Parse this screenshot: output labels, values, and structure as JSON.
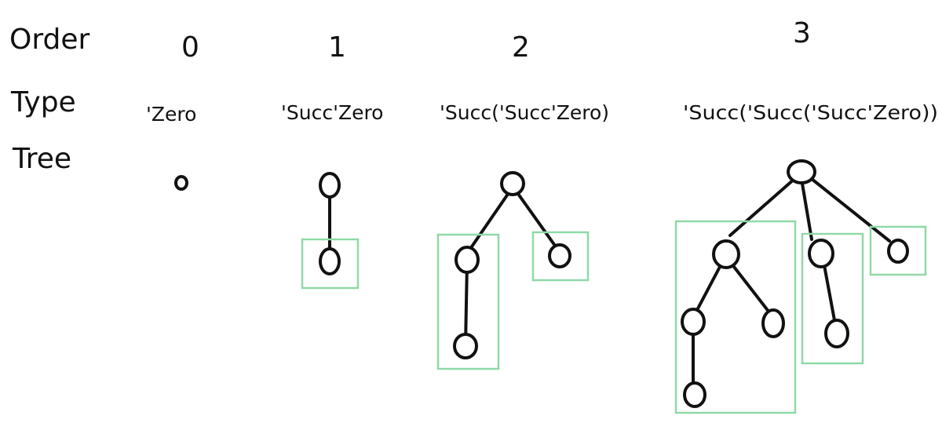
{
  "rows": {
    "order_label": "Order",
    "type_label": "Type",
    "tree_label": "Tree"
  },
  "columns": [
    {
      "order": "0",
      "type": "'Zero"
    },
    {
      "order": "1",
      "type": "'Succ'Zero"
    },
    {
      "order": "2",
      "type": "'Succ('Succ'Zero)"
    },
    {
      "order": "3",
      "type": "'Succ('Succ('Succ'Zero))"
    }
  ],
  "colors": {
    "ink": "#111111",
    "subtree_box": "#8fd9a8",
    "background": "#ffffff"
  }
}
